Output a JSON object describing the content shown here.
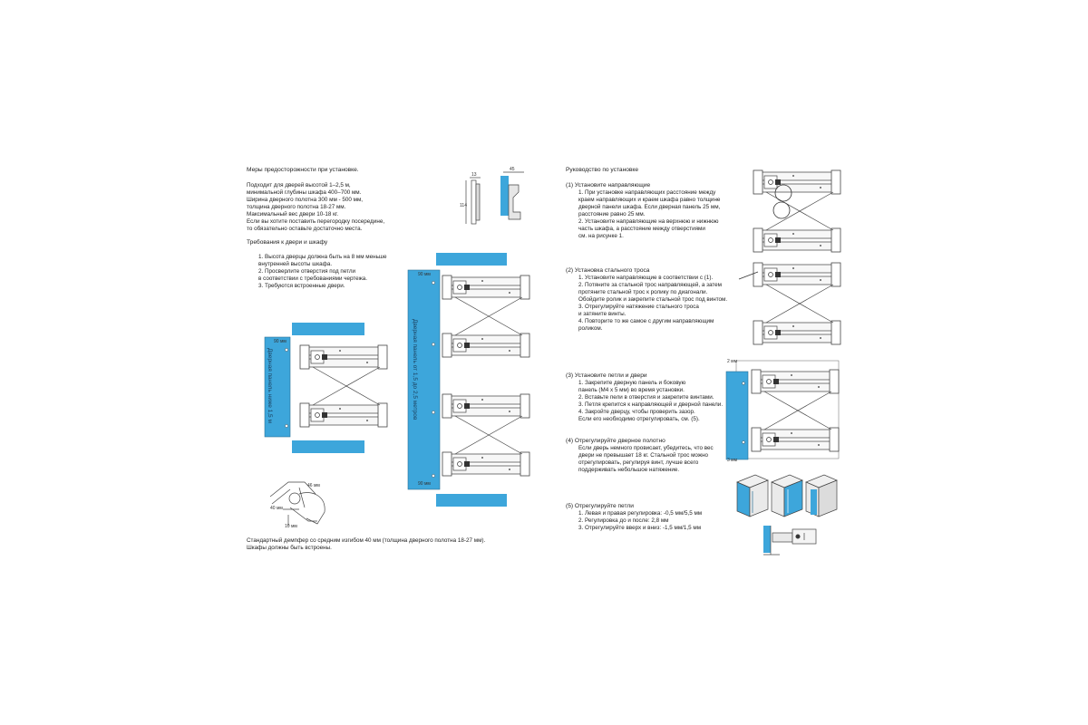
{
  "left": {
    "precautions_title": "Меры предосторожности при установке.",
    "precautions_lines": [
      "Подходит для дверей высотой 1–2,5 м,",
      "минимальной глубины шкафа 400–700 мм.",
      "Ширина дверного полотна 300 мм - 500 мм,",
      "толщина дверного полотна 18-27 мм.",
      "Максимальный вес двери 10-18 кг.",
      "Если вы хотите поставить перегородку посередине,",
      "то обязательно оставьте достаточно места."
    ],
    "requirements_title": "Требования к двери и шкафу",
    "requirements_lines": [
      "1. Высота дверцы должна быть на 8 мм меньше",
      "внутренней высоты шкафа.",
      "2. Просверлите отверстия под петли",
      "в соответствии с требованиями чертежа.",
      "3. Требуются встроенные двери."
    ],
    "damper_lines": [
      "Стандартный демпфер со средним изгибом 40 мм (толщина дверного полотна 18-27 мм).",
      "Шкафы должны быть встроены."
    ],
    "door_small_label": "Дверная панель ниже 1,5 м",
    "door_tall_label": "Дверная панель от 1,5 до 2,5 метров",
    "dim_90mm": "90 мм",
    "hinge_dims": {
      "a": "46 мм",
      "b": "40 мм",
      "c": "10 мм"
    },
    "top_dims": {
      "a": "13",
      "b": "114",
      "c": "45"
    }
  },
  "right": {
    "guide_title": "Руководство по установке",
    "step1_title": "(1) Установите направляющие",
    "step1_lines": [
      "1. При установке направляющих расстояние между",
      "краем направляющих и краем шкафа равно толщине",
      "дверной панели шкафа. Если дверная панель 25 мм,",
      "расстояние равно 25 мм.",
      "2. Установите направляющие на верхнюю и нижнюю",
      "часть шкафа, а расстояние между отверстиями",
      "см. на рисунке 1."
    ],
    "step2_title": "(2) Установка стального троса",
    "step2_lines": [
      "1. Установите направляющие в соответствии с (1).",
      "2. Потяните за стальной трос направляющей, а затем",
      "протяните стальной трос к ролику по диагонали.",
      "Обойдите ролик и закрепите стальной трос под винтом.",
      "3. Отрегулируйте натяжение стального троса",
      "и затяните винты.",
      "4. Повторите то же самое с другим направляющим",
      "роликом."
    ],
    "step3_title": "(3) Установите петли и двери",
    "step3_lines": [
      "1. Закрепите дверную панель и боковую",
      "панель (M4 x 5 мм) во время установки.",
      "2. Вставьте пели в отверстия и закрепите винтами.",
      "3. Петля крепится к направляющей и дверной панели.",
      "4. Закройте дверцу, чтобы проверить зазор.",
      "Если его необходимо отрегулировать, см. (5)."
    ],
    "step4_title": "(4) Отрегулируйте дверное полотно",
    "step4_lines": [
      "Если дверь немного провисает, убедитесь, что вес",
      "двери не превышает 18 кг. Стальной трос можно",
      "отрегулировать, регулируя винт, лучше всего",
      "поддерживать небольшое натяжение."
    ],
    "step5_title": "(5) Отрегулируйте петли",
    "step5_lines": [
      "1. Левая и правая регулировка: -0,5 мм/5,5 мм",
      "2. Регулировка до и после: 2,8 мм",
      "3. Отрегулируйте вверх и вниз: -1,5 мм/1,5 мм"
    ],
    "gap_top": "2 мм",
    "gap_bottom": "3 мм"
  },
  "colors": {
    "panel": "#3da6db",
    "panel_dark": "#2f8fc2",
    "line": "#333333",
    "rail": "#f4f4f4"
  }
}
